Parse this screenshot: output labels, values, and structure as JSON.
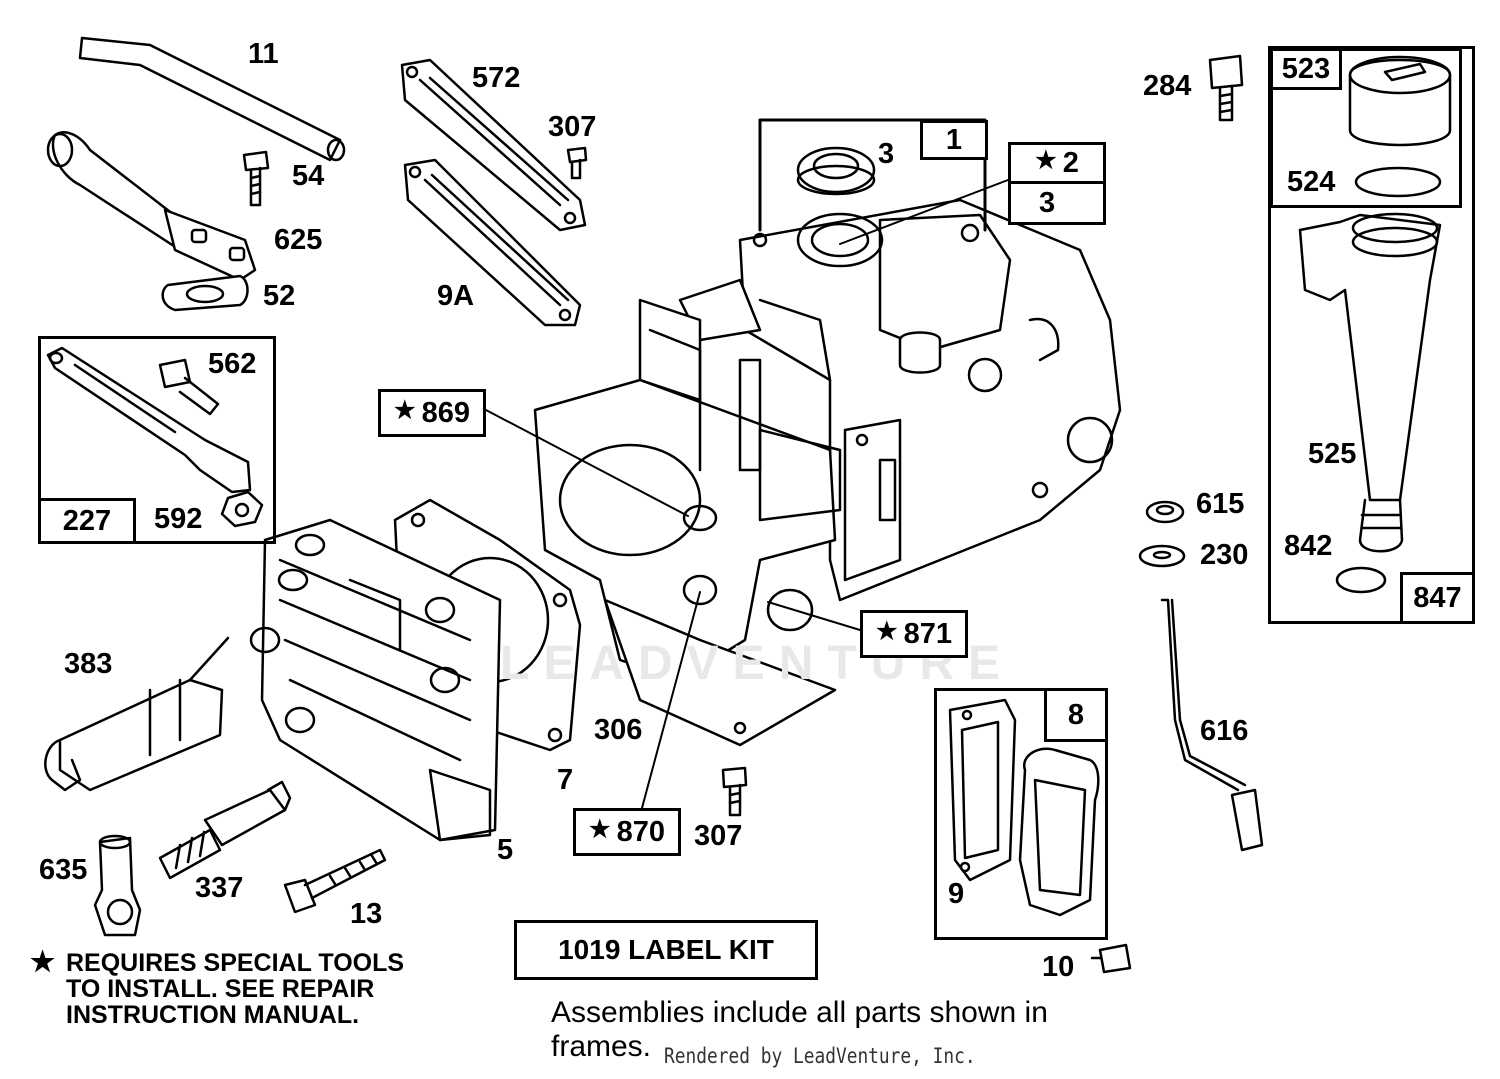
{
  "callouts": {
    "c11": "11",
    "c54": "54",
    "c625": "625",
    "c52": "52",
    "c572": "572",
    "c307a": "307",
    "c9A": "9A",
    "c3a": "3",
    "c1": "1",
    "c2": "2",
    "c3b": "3",
    "c284": "284",
    "c523": "523",
    "c524": "524",
    "c525": "525",
    "c842": "842",
    "c847": "847",
    "c562": "562",
    "c227": "227",
    "c592": "592",
    "c869": "869",
    "c871": "871",
    "c870": "870",
    "c615": "615",
    "c230": "230",
    "c616": "616",
    "c383": "383",
    "c306": "306",
    "c7": "7",
    "c5": "5",
    "c307b": "307",
    "c635": "635",
    "c337": "337",
    "c13": "13",
    "c8": "8",
    "c9": "9",
    "c10": "10"
  },
  "label_kit": "1019 LABEL KIT",
  "special_tools_note": {
    "line1": "REQUIRES SPECIAL TOOLS",
    "line2": "TO INSTALL.  SEE REPAIR",
    "line3": "INSTRUCTION MANUAL."
  },
  "assemblies_note": {
    "line1": "Assemblies include all parts shown in",
    "line2": "frames."
  },
  "rendered_by": "Rendered by LeadVenture, Inc.",
  "watermark": "LEADVENTURE",
  "icons": {
    "star": "star-icon"
  }
}
